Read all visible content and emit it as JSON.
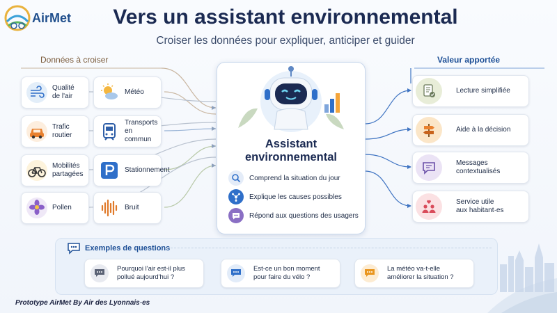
{
  "header": {
    "logo_text": "AirMet",
    "title": "Vers un assistant environnemental",
    "subtitle": "Croiser les données pour expliquer, anticiper et guider"
  },
  "inputs": {
    "section_label": "Données à croiser",
    "items": [
      {
        "label": "Qualité\nde l'air",
        "icon": "wind-icon"
      },
      {
        "label": "Météo",
        "icon": "sun-cloud-icon"
      },
      {
        "label": "Trafic\nroutier",
        "icon": "car-icon"
      },
      {
        "label": "Transports\nen commun",
        "icon": "tram-icon"
      },
      {
        "label": "Mobilités\npartagées",
        "icon": "bicycle-icon"
      },
      {
        "label": "Stationnement",
        "icon": "parking-icon"
      },
      {
        "label": "Pollen",
        "icon": "flower-icon"
      },
      {
        "label": "Bruit",
        "icon": "sound-wave-icon"
      }
    ]
  },
  "assistant": {
    "title": "Assistant\nenvironnemental",
    "features": [
      {
        "label": "Comprend la situation du jour",
        "icon": "magnifier-icon",
        "color": "#e4ecf8"
      },
      {
        "label": "Explique les causes possibles",
        "icon": "network-icon",
        "color": "#2f6fc9"
      },
      {
        "label": "Répond aux questions des usagers",
        "icon": "chat-icon",
        "color": "#8a6fc4"
      }
    ]
  },
  "outputs": {
    "section_label": "Valeur apportée",
    "items": [
      {
        "label": "Lecture simplifiée",
        "icon": "document-check-icon",
        "color": "#e8edd8"
      },
      {
        "label": "Aide à la décision",
        "icon": "signpost-icon",
        "color": "#fbe6c8"
      },
      {
        "label": "Messages\ncontextualisés",
        "icon": "message-icon",
        "color": "#ebe3f5"
      },
      {
        "label": "Service utile\naux habitant·es",
        "icon": "people-heart-icon",
        "color": "#fbe1e3"
      }
    ]
  },
  "questions": {
    "title": "Exemples de questions",
    "items": [
      {
        "text": "Pourquoi l'air est-il plus\npollué aujourd'hui ?",
        "color": "#e8eaf0"
      },
      {
        "text": "Est-ce un bon moment\npour faire du vélo ?",
        "color": "#e2ecf9"
      },
      {
        "text": "La météo va-t-elle\naméliorer la situation ?",
        "color": "#fdecd2"
      }
    ]
  },
  "footer": "Prototype AirMet By Air des Lyonnais·es"
}
